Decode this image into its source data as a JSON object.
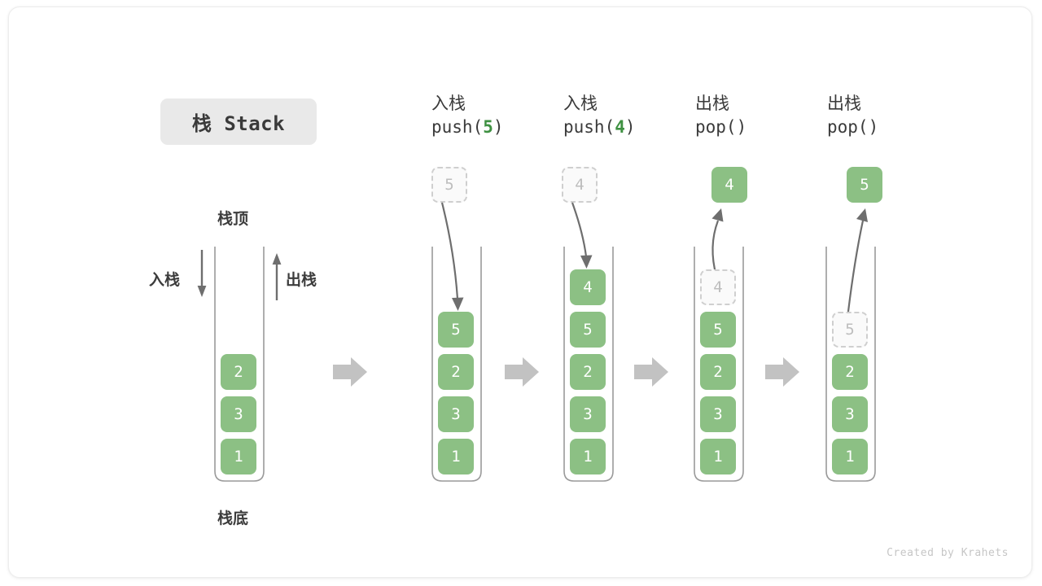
{
  "title": {
    "text": "栈 Stack"
  },
  "credit": {
    "text": "Created by Krahets"
  },
  "legend": {
    "top_label": "栈顶",
    "bottom_label": "栈底",
    "push_label": "入栈",
    "pop_label": "出栈"
  },
  "colors": {
    "element_green": "#8cc084",
    "accent_green": "#3f9142",
    "arrow_gray": "#6e6e6e",
    "block_arrow_gray": "#c2c2c2",
    "ghost_border": "#cfcfcf",
    "badge_bg": "#e9e9e9",
    "text_dark": "#3a3a3a"
  },
  "columns": [
    {
      "id": "initial",
      "header_line1": "",
      "header_line2": "",
      "header_num": "",
      "stack": [
        "2",
        "3",
        "1"
      ],
      "ghost_index": -1,
      "ghost_value": "",
      "float_value": "",
      "float_style": ""
    },
    {
      "id": "push-5",
      "header_line1": "入栈",
      "header_line2_pre": "push(",
      "header_num": "5",
      "header_line2_post": ")",
      "stack": [
        "5",
        "2",
        "3",
        "1"
      ],
      "ghost_index": -1,
      "ghost_value": "",
      "float_value": "5",
      "float_style": "dash"
    },
    {
      "id": "push-4",
      "header_line1": "入栈",
      "header_line2_pre": "push(",
      "header_num": "4",
      "header_line2_post": ")",
      "stack": [
        "4",
        "5",
        "2",
        "3",
        "1"
      ],
      "ghost_index": -1,
      "ghost_value": "",
      "float_value": "4",
      "float_style": "dash"
    },
    {
      "id": "pop-1",
      "header_line1": "出栈",
      "header_line2_pre": "pop(",
      "header_num": "",
      "header_line2_post": ")",
      "stack": [
        "5",
        "2",
        "3",
        "1"
      ],
      "ghost_index": 0,
      "ghost_value": "4",
      "float_value": "4",
      "float_style": "solid"
    },
    {
      "id": "pop-2",
      "header_line1": "出栈",
      "header_line2_pre": "pop(",
      "header_num": "",
      "header_line2_post": ")",
      "stack": [
        "2",
        "3",
        "1"
      ],
      "ghost_index": 0,
      "ghost_value": "5",
      "float_value": "5",
      "float_style": "solid"
    }
  ]
}
